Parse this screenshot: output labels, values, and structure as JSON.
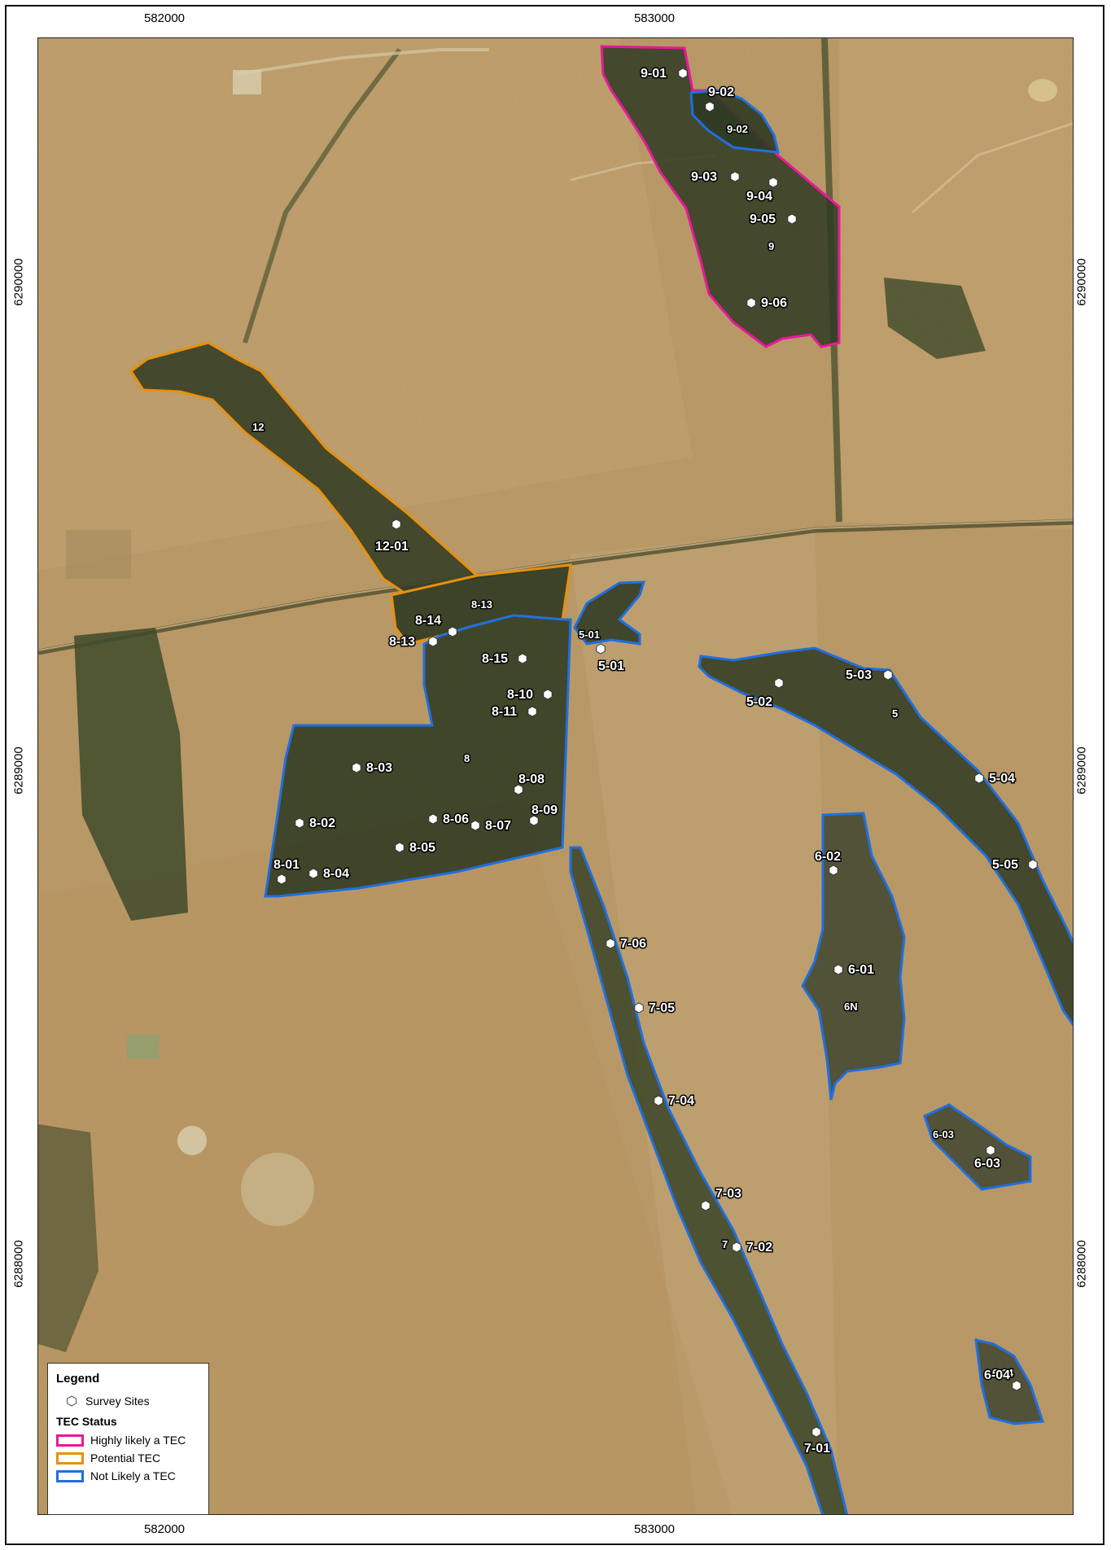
{
  "coords": {
    "x_labels": [
      "582000",
      "583000"
    ],
    "y_labels": [
      "6290000",
      "6289000",
      "6288000"
    ]
  },
  "legend": {
    "title": "Legend",
    "survey_sites": "Survey Sites",
    "tec_heading": "TEC Status",
    "items": [
      {
        "label": "Highly likely a TEC",
        "color": "#e8199b"
      },
      {
        "label": "Potential TEC",
        "color": "#e8900e"
      },
      {
        "label": "Not Likely a TEC",
        "color": "#1f6fe0"
      }
    ]
  },
  "area_labels": [
    "9",
    "9-02",
    "12",
    "8-13",
    "8",
    "5-01",
    "5",
    "6N",
    "6-03",
    "7",
    "6-04"
  ],
  "sites": [
    "9-01",
    "9-02",
    "9-03",
    "9-04",
    "9-05",
    "9-06",
    "12-01",
    "8-14",
    "8-13",
    "8-15",
    "8-10",
    "8-11",
    "8-03",
    "8-02",
    "8-06",
    "8-08",
    "8-09",
    "8-07",
    "8-05",
    "8-01",
    "8-04",
    "5-01",
    "5-02",
    "5-03",
    "5-04",
    "5-05",
    "6-02",
    "6-01",
    "6-03",
    "6-04",
    "7-06",
    "7-05",
    "7-04",
    "7-03",
    "7-02",
    "7-01"
  ]
}
